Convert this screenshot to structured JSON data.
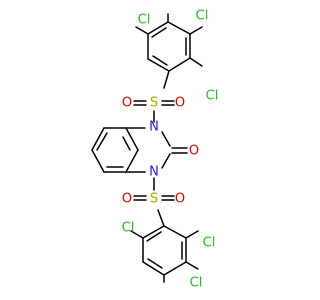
{
  "molecule": {
    "atom_labels": {
      "cl_top_a": "Cl",
      "cl_top_b": "Cl",
      "cl_top_c": "Cl",
      "cl_bot_a": "Cl",
      "cl_bot_b": "Cl",
      "cl_bot_c": "Cl",
      "s_top": "S",
      "s_bot": "S",
      "o_s1_left": "O",
      "o_s1_right": "O",
      "o_s2_left": "O",
      "o_s2_right": "O",
      "o_carbonyl": "O",
      "n_top": "N",
      "n_bot": "N"
    },
    "colors": {
      "chlorine": "#1fbf1f",
      "oxygen": "#e00000",
      "nitrogen": "#2020e0",
      "sulfur": "#b8a000",
      "carbon_bond": "#000000"
    }
  }
}
